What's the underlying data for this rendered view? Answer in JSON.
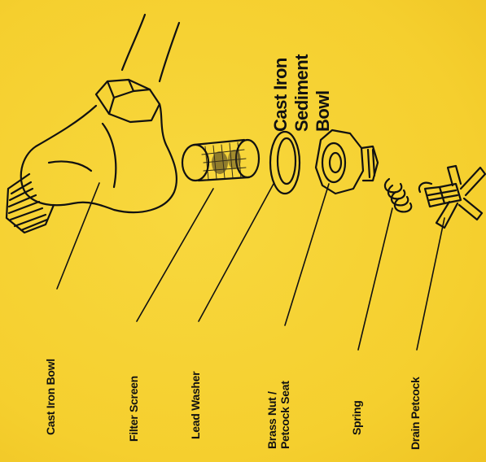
{
  "diagram": {
    "title_lines": [
      "Cast Iron",
      "Sediment",
      "Bowl"
    ],
    "labels": {
      "cast_iron_bowl": "Cast Iron Bowl",
      "filter_screen": "Filter Screen",
      "lead_washer": "Lead Washer",
      "brass_nut_line1": "Brass Nut /",
      "brass_nut_line2": "Petcock Seat",
      "spring": "Spring",
      "drain_petcock": "Drain Petcock"
    }
  },
  "colors": {
    "background": "#f7d437",
    "ink": "#111111"
  }
}
